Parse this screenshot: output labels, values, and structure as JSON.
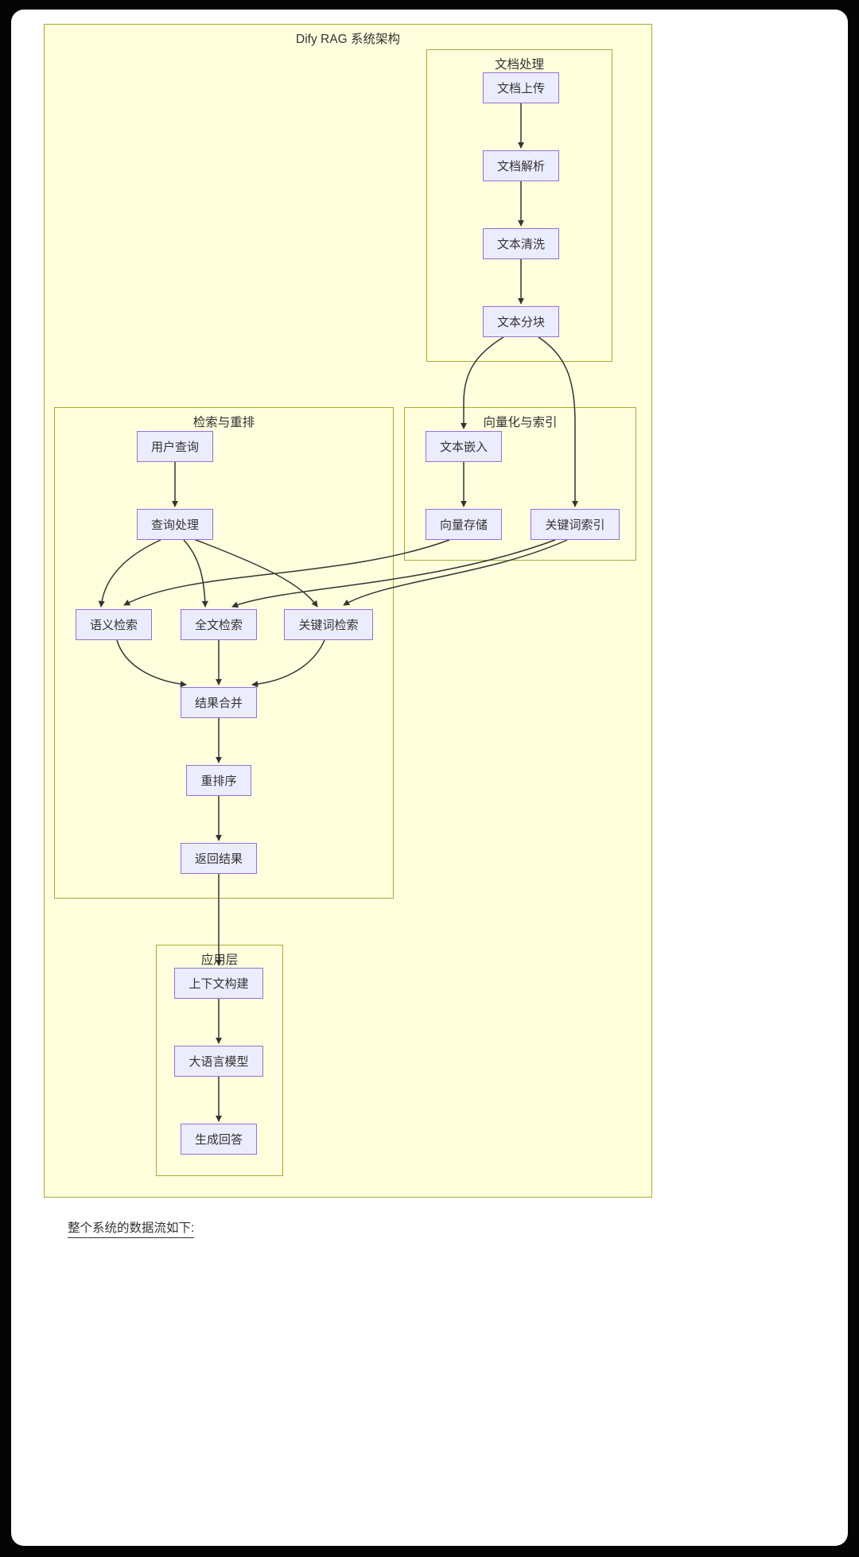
{
  "diagram": {
    "title": "Dify RAG 系统架构",
    "clusters": {
      "doc_processing": "文档处理",
      "retrieval_rerank": "检索与重排",
      "vector_index": "向量化与索引",
      "application": "应用层"
    },
    "nodes": {
      "doc_upload": "文档上传",
      "doc_parse": "文档解析",
      "text_clean": "文本清洗",
      "text_chunk": "文本分块",
      "text_embed": "文本嵌入",
      "vector_store": "向量存储",
      "keyword_index": "关键词索引",
      "user_query": "用户查询",
      "query_process": "查询处理",
      "semantic_search": "语义检索",
      "fulltext_search": "全文检索",
      "keyword_search": "关键词检索",
      "result_merge": "结果合并",
      "rerank": "重排序",
      "return_result": "返回结果",
      "context_build": "上下文构建",
      "llm": "大语言模型",
      "gen_answer": "生成回答"
    },
    "edges": [
      {
        "from": "文档上传",
        "to": "文档解析"
      },
      {
        "from": "文档解析",
        "to": "文本清洗"
      },
      {
        "from": "文本清洗",
        "to": "文本分块"
      },
      {
        "from": "文本分块",
        "to": "文本嵌入"
      },
      {
        "from": "文本分块",
        "to": "关键词索引"
      },
      {
        "from": "文本嵌入",
        "to": "向量存储"
      },
      {
        "from": "用户查询",
        "to": "查询处理"
      },
      {
        "from": "查询处理",
        "to": "语义检索"
      },
      {
        "from": "查询处理",
        "to": "全文检索"
      },
      {
        "from": "查询处理",
        "to": "关键词检索"
      },
      {
        "from": "向量存储",
        "to": "语义检索"
      },
      {
        "from": "关键词索引",
        "to": "全文检索"
      },
      {
        "from": "关键词索引",
        "to": "关键词检索"
      },
      {
        "from": "语义检索",
        "to": "结果合并"
      },
      {
        "from": "全文检索",
        "to": "结果合并"
      },
      {
        "from": "关键词检索",
        "to": "结果合并"
      },
      {
        "from": "结果合并",
        "to": "重排序"
      },
      {
        "from": "重排序",
        "to": "返回结果"
      },
      {
        "from": "返回结果",
        "to": "上下文构建"
      },
      {
        "from": "上下文构建",
        "to": "大语言模型"
      },
      {
        "from": "大语言模型",
        "to": "生成回答"
      }
    ],
    "colors": {
      "node_fill": "#ECECFF",
      "node_border": "#9370DB",
      "cluster_fill": "#FFFFDE",
      "cluster_border": "#AAAA33",
      "edge": "#333333",
      "page_background": "#000000",
      "card_background": "#FFFFFF"
    }
  },
  "footer": {
    "text": "整个系统的数据流如下:"
  }
}
